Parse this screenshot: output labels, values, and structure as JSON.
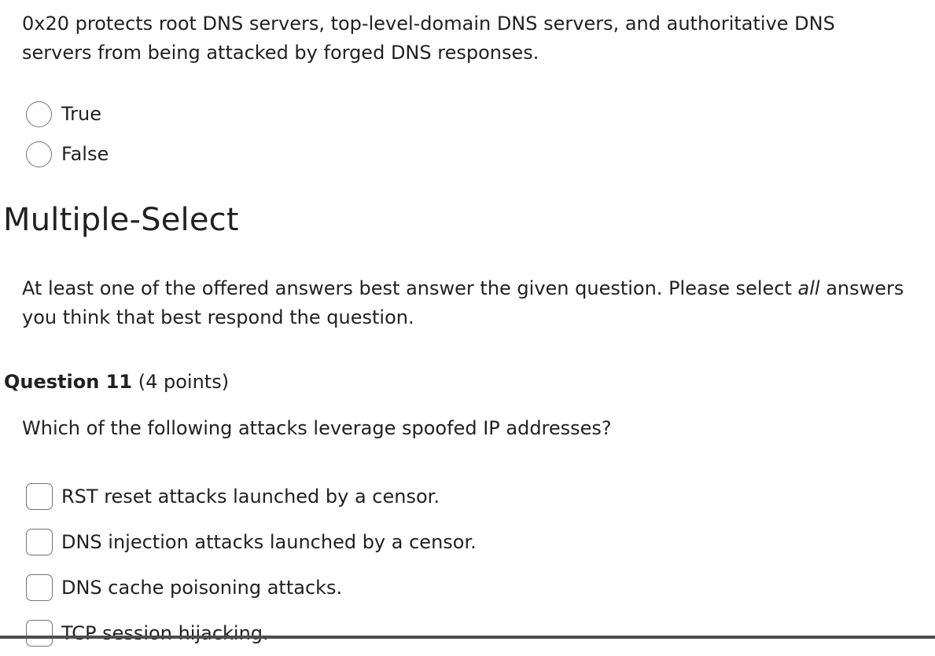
{
  "previous_question": {
    "text": "0x20 protects root DNS servers, top-level-domain DNS servers, and authoritative DNS servers from being attacked by forged DNS responses.",
    "options": [
      {
        "label": "True"
      },
      {
        "label": "False"
      }
    ]
  },
  "section": {
    "title": "Multiple-Select",
    "instructions_part1": "At least one of the offered answers best answer the given question. Please select ",
    "instructions_emphasis": "all",
    "instructions_part2": " answers you think that best respond the question."
  },
  "question": {
    "number_label": "Question 11",
    "points_label": "(4 points)",
    "prompt": "Which of the following attacks leverage spoofed IP addresses?",
    "options": [
      {
        "label": "RST reset attacks launched by a censor."
      },
      {
        "label": "DNS injection attacks launched by a censor."
      },
      {
        "label": "DNS cache poisoning attacks."
      },
      {
        "label": "TCP session hijacking."
      }
    ]
  }
}
